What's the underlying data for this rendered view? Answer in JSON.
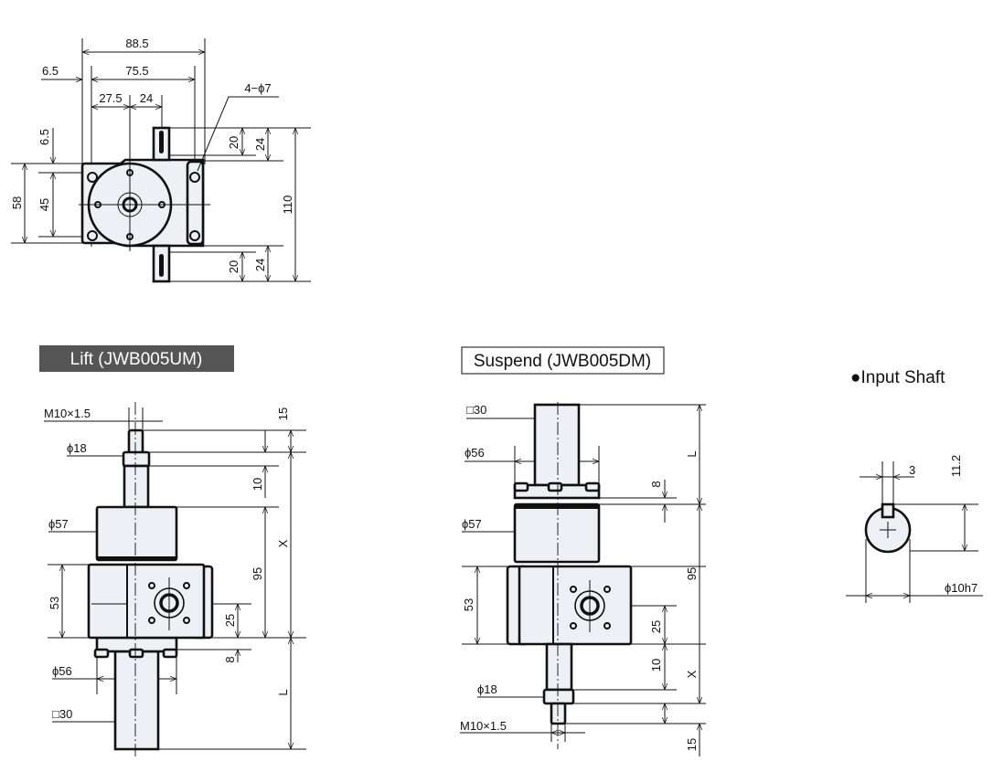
{
  "top_view": {
    "dims": {
      "overall_width": "88.5",
      "hole_pitch_x": "75.5",
      "edge_offset": "6.5",
      "center_to_face": "27.5",
      "face_to_shaft": "24",
      "edge_offset_v": "6.5",
      "height": "58",
      "hole_pitch_y": "45",
      "shaft_top_20": "20",
      "shaft_top_24": "24",
      "overall_length": "110",
      "shaft_bot_20": "20",
      "shaft_bot_24": "24",
      "holes": "4−ϕ7"
    }
  },
  "lift_view": {
    "title": "Lift (JWB005UM)",
    "dims": {
      "thread": "M10×1.5",
      "top_15": "15",
      "nut_dia": "ϕ18",
      "nut_10": "10",
      "body_dia": "ϕ57",
      "stroke": "X",
      "height_95": "95",
      "housing_53": "53",
      "center_25": "25",
      "plate_8": "8",
      "plate_dia": "ϕ56",
      "length": "L",
      "tube_sq": "□30"
    }
  },
  "suspend_view": {
    "title": "Suspend (JWB005DM)",
    "dims": {
      "tube_sq": "□30",
      "length": "L",
      "plate_dia": "ϕ56",
      "plate_8": "8",
      "body_dia": "ϕ57",
      "height_95": "95",
      "housing_53": "53",
      "center_25": "25",
      "nut_10": "10",
      "stroke": "X",
      "nut_dia": "ϕ18",
      "thread": "M10×1.5",
      "bottom_15": "15"
    }
  },
  "input_shaft": {
    "title": "●Input Shaft",
    "dims": {
      "key_width": "3",
      "key_height": "11.2",
      "shaft_dia": "ϕ10h7"
    }
  }
}
